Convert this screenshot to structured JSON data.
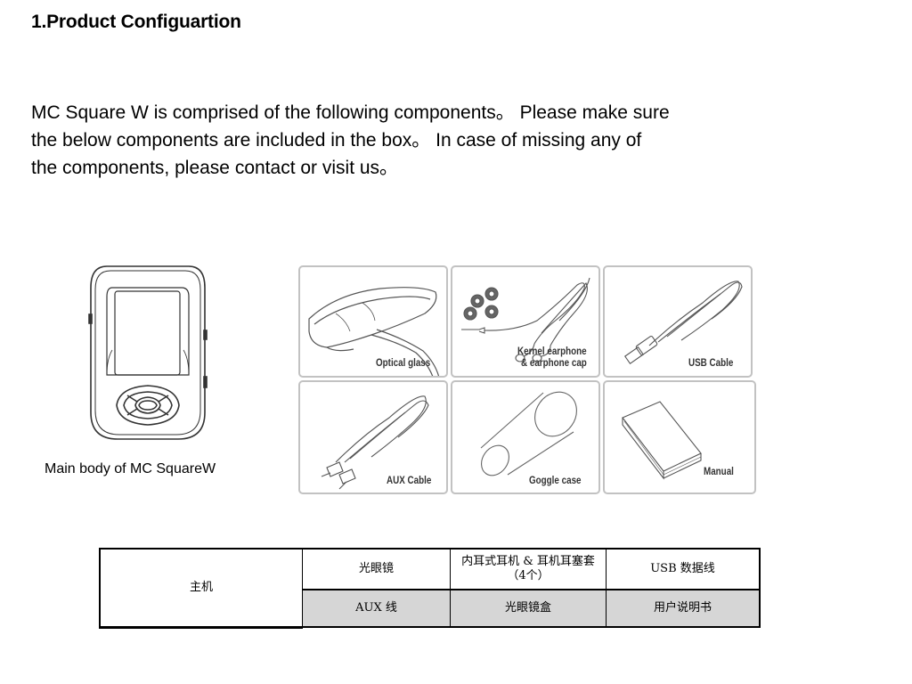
{
  "heading": "1.Product Configuartion",
  "intro": {
    "line1": "MC Square W is comprised of the following components。 Please make sure",
    "line2": "the below components are included in the box。  In case of missing any of",
    "line3": "the components, please contact or visit us。"
  },
  "device_caption": "Main body of MC SquareW",
  "components": {
    "optical_glass": "Optical glass",
    "kernel_earphone_line1": "Kernel earphone",
    "kernel_earphone_line2": "& earphone cap",
    "usb_cable": "USB Cable",
    "aux_cable": "AUX Cable",
    "goggle_case": "Goggle case",
    "manual": "Manual"
  },
  "table": {
    "main": "主机",
    "row1": [
      "光眼镜",
      "内耳式耳机 & 耳机耳塞套（4个）",
      "USB 数据线"
    ],
    "row2": [
      "AUX 线",
      "光眼镜盒",
      "用户说明书"
    ]
  }
}
